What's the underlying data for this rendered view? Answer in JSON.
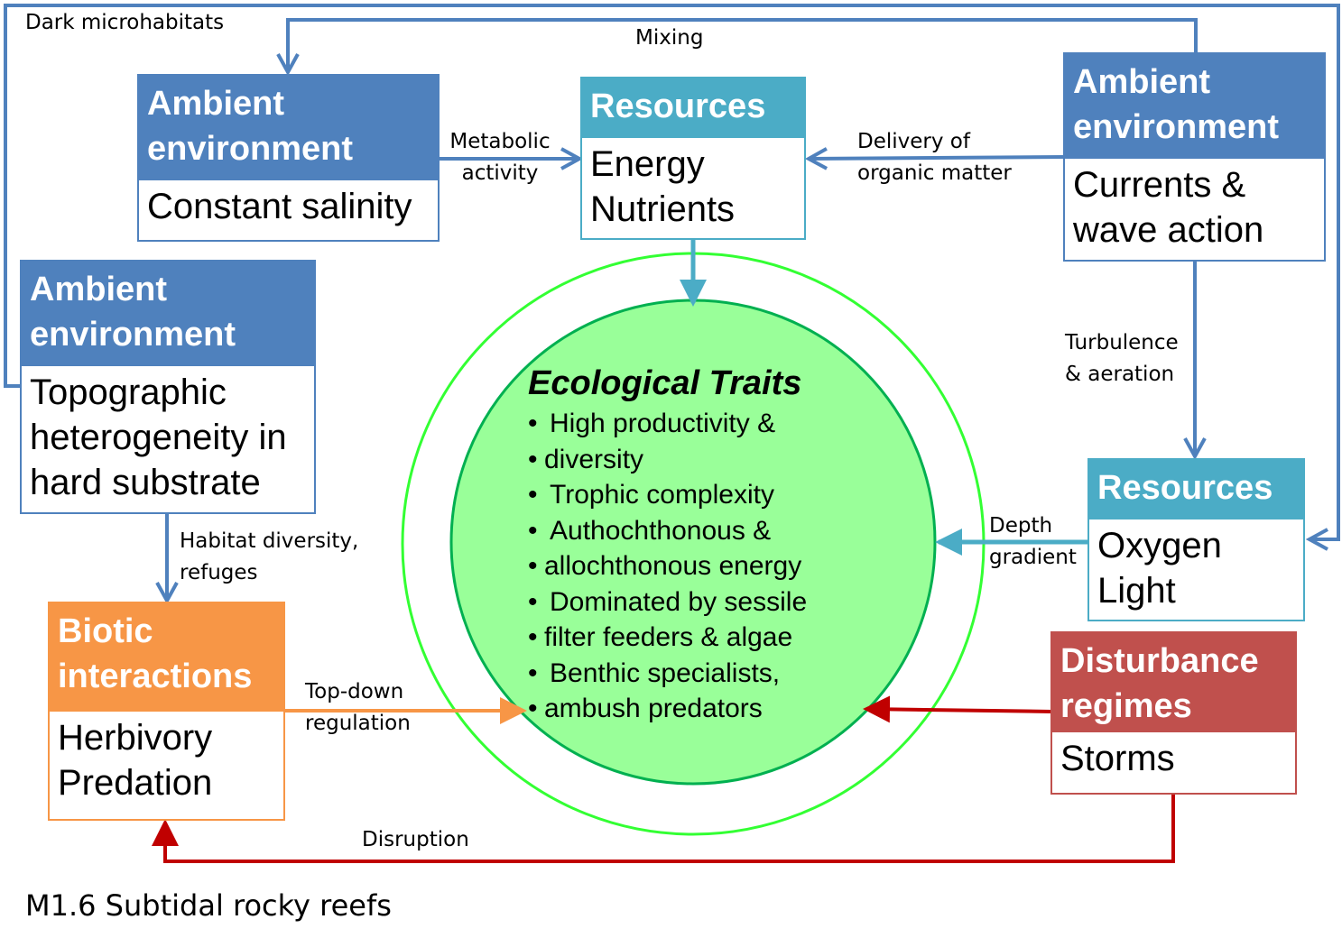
{
  "colors": {
    "ambient": "#4f81bd",
    "resources": "#4bacc6",
    "biotic": "#f79646",
    "disturbance": "#c0504d",
    "core_fill": "#99ff99",
    "core_border": "#00b050",
    "outer_ring": "#33ff33",
    "disruption_arrow": "#c00000"
  },
  "boxes": {
    "salinity": {
      "header": [
        "Ambient",
        "environment"
      ],
      "body": [
        "Constant salinity"
      ]
    },
    "currents": {
      "header": [
        "Ambient",
        "environment"
      ],
      "body": [
        "Currents &",
        "wave action"
      ]
    },
    "topography": {
      "header": [
        "Ambient",
        "environment"
      ],
      "body": [
        "Topographic",
        "heterogeneity in",
        "hard substrate"
      ]
    },
    "energy": {
      "header": [
        "Resources"
      ],
      "body": [
        "Energy",
        "Nutrients"
      ]
    },
    "oxygen": {
      "header": [
        "Resources"
      ],
      "body": [
        "Oxygen",
        "Light"
      ]
    },
    "biotic": {
      "header": [
        "Biotic",
        "interactions"
      ],
      "body": [
        "Herbivory",
        "Predation"
      ]
    },
    "disturbance": {
      "header": [
        "Disturbance",
        "regimes"
      ],
      "body": [
        "Storms"
      ]
    }
  },
  "links": {
    "dark_microhabitats": "Dark microhabitats",
    "mixing": "Mixing",
    "metabolic": [
      "Metabolic",
      "activity"
    ],
    "delivery": [
      "Delivery of",
      "organic matter"
    ],
    "turbulence": [
      "Turbulence",
      "& aeration"
    ],
    "depth": [
      "Depth",
      "gradient"
    ],
    "habitat": [
      "Habitat  diversity,",
      "refuges"
    ],
    "topdown": [
      "Top-down",
      "regulation"
    ],
    "disruption": "Disruption"
  },
  "traits": {
    "title": "Ecological Traits",
    "items": [
      [
        "High productivity  &",
        "diversity"
      ],
      [
        "Trophic complexity"
      ],
      [
        "Authochthonous  &",
        "allochthonous  energy"
      ],
      [
        "Dominated  by sessile",
        "filter feeders  & algae"
      ],
      [
        "Benthic specialists,",
        "ambush predators"
      ]
    ]
  },
  "caption": "M1.6 Subtidal rocky reefs"
}
